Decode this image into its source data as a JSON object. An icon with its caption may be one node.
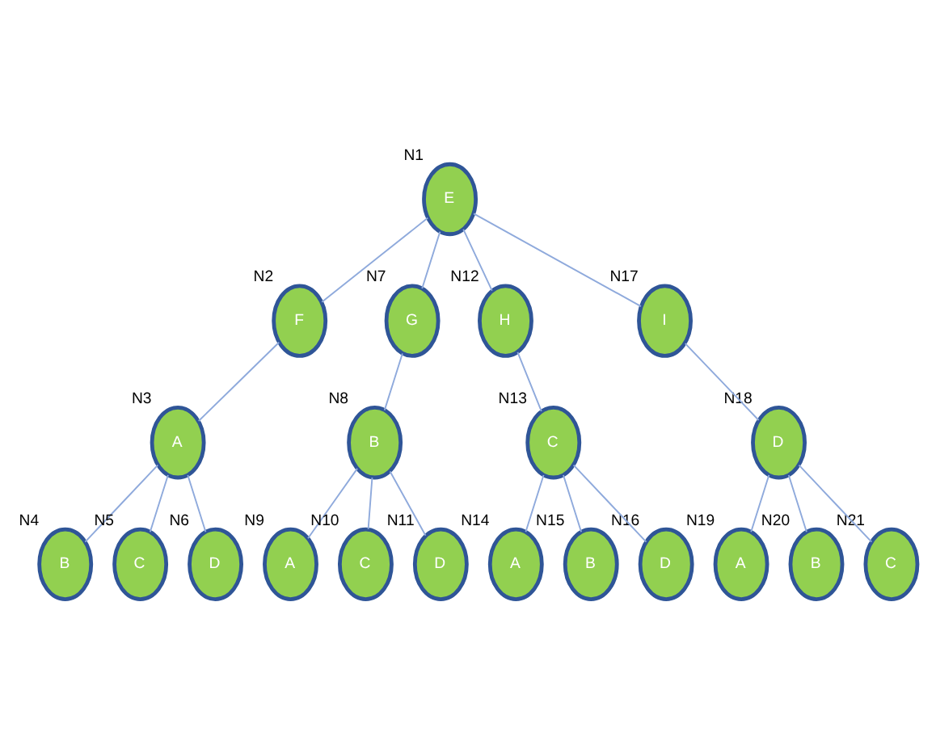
{
  "diagram": {
    "nodes": [
      {
        "text": [
          "E"
        ],
        "beside": [
          "N1"
        ]
      },
      {
        "text": [
          "F"
        ],
        "beside": [
          "N2"
        ]
      },
      {
        "text": [
          "G"
        ],
        "beside": [
          "N7"
        ]
      },
      {
        "text": [
          "H"
        ],
        "beside": [
          "N12"
        ]
      },
      {
        "text": [
          "I"
        ],
        "beside": [
          "N17"
        ]
      },
      {
        "text": [
          "A"
        ],
        "beside": [
          "N3"
        ]
      },
      {
        "text": [
          "B"
        ],
        "beside": [
          "N8"
        ]
      },
      {
        "text": [
          "C"
        ],
        "beside": [
          "N13"
        ]
      },
      {
        "text": [
          "D"
        ],
        "beside": [
          "N18"
        ]
      },
      {
        "text": [
          "B"
        ],
        "beside": [
          "N4"
        ]
      },
      {
        "text": [
          "C"
        ],
        "beside": [
          "N5"
        ]
      },
      {
        "text": [
          "D"
        ],
        "beside": [
          "N6"
        ]
      },
      {
        "text": [
          "A"
        ],
        "beside": [
          "N9"
        ]
      },
      {
        "text": [
          "C"
        ],
        "beside": [
          "N10"
        ]
      },
      {
        "text": [
          "D"
        ],
        "beside": [
          "N11"
        ]
      },
      {
        "text": [
          "A"
        ],
        "beside": [
          "N14"
        ]
      },
      {
        "text": [
          "B"
        ],
        "beside": [
          "N15"
        ]
      },
      {
        "text": [
          "D"
        ],
        "beside": [
          "N16"
        ]
      },
      {
        "text": [
          "A"
        ],
        "beside": [
          "N19"
        ]
      },
      {
        "text": [
          "B"
        ],
        "beside": [
          "N20"
        ]
      },
      {
        "text": [
          "C"
        ],
        "beside": [
          "N21"
        ]
      }
    ],
    "edges": [
      {
        "from": 0,
        "to": 1,
        "arrow": "none"
      },
      {
        "from": 0,
        "to": 2,
        "arrow": "none"
      },
      {
        "from": 0,
        "to": 3,
        "arrow": "none"
      },
      {
        "from": 0,
        "to": 4,
        "arrow": "none"
      },
      {
        "from": 1,
        "to": 5,
        "arrow": "none"
      },
      {
        "from": 2,
        "to": 6,
        "arrow": "none"
      },
      {
        "from": 3,
        "to": 7,
        "arrow": "none"
      },
      {
        "from": 4,
        "to": 8,
        "arrow": "none"
      },
      {
        "from": 5,
        "to": 9,
        "arrow": "none"
      },
      {
        "from": 5,
        "to": 10,
        "arrow": "none"
      },
      {
        "from": 5,
        "to": 11,
        "arrow": "none"
      },
      {
        "from": 6,
        "to": 12,
        "arrow": "none"
      },
      {
        "from": 6,
        "to": 13,
        "arrow": "none"
      },
      {
        "from": 6,
        "to": 14,
        "arrow": "none"
      },
      {
        "from": 7,
        "to": 15,
        "arrow": "none"
      },
      {
        "from": 7,
        "to": 16,
        "arrow": "none"
      },
      {
        "from": 7,
        "to": 17,
        "arrow": "none"
      },
      {
        "from": 8,
        "to": 18,
        "arrow": "none"
      },
      {
        "from": 8,
        "to": 19,
        "arrow": "none"
      },
      {
        "from": 8,
        "to": 20,
        "arrow": "none"
      }
    ]
  }
}
